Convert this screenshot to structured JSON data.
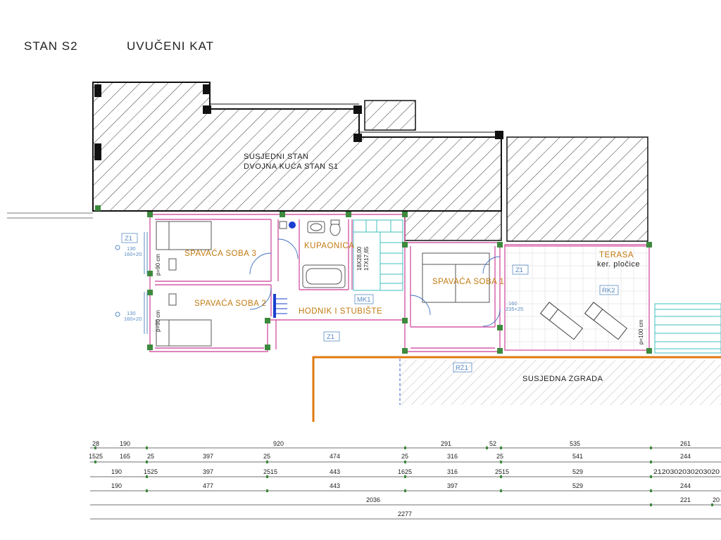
{
  "header": {
    "unit": "STAN S2",
    "floor": "UVUČENI KAT"
  },
  "rooms": {
    "neighbor_apartment_1": "SUSJEDNI STAN",
    "neighbor_apartment_2": "DVOJNA KUĆA STAN S1",
    "bedroom_3": "SPAVAĆA SOBA 3",
    "bedroom_2": "SPAVAĆA SOBA 2",
    "bathroom": "KUPAONICA",
    "hall": "HODNIK I STUBIŠTE",
    "bedroom_1": "SPAVAĆA SOBA 1",
    "terrace": "TERASA",
    "terrace_finish": "ker. pločice",
    "neighbor_building": "SUSJEDNA ZGRADA"
  },
  "tags": {
    "z1_a": "Z1",
    "z1_b": "Z1",
    "z1_c": "Z1",
    "mk1": "MK1",
    "rk2": "RK2",
    "rz1": "RZ1"
  },
  "openings": {
    "win_a_1": "130",
    "win_a_2": "160+20",
    "win_b_1": "130",
    "win_b_2": "160+20",
    "win_c_1": "160",
    "win_c_2": "235+25",
    "parapet_1": "p=90 cm",
    "parapet_2": "p=90 cm",
    "parapet_3": "p=100 cm"
  },
  "stairs": {
    "dim_1": "18X28,00",
    "dim_2": "17X17,65"
  },
  "dimensions": {
    "row1": [
      "28",
      "190",
      "920",
      "291",
      "52",
      "535",
      "261"
    ],
    "row2": [
      "1525",
      "165",
      "25",
      "397",
      "25",
      "474",
      "25",
      "316",
      "25",
      "541",
      "244"
    ],
    "row3": [
      "190",
      "1525",
      "397",
      "2515",
      "443",
      "1625",
      "316",
      "2515",
      "529",
      "2120302030203020"
    ],
    "row4": [
      "190",
      "477",
      "443",
      "397",
      "529",
      "244"
    ],
    "row5": [
      "2036",
      "221",
      "20"
    ],
    "row6": [
      "2277"
    ]
  }
}
